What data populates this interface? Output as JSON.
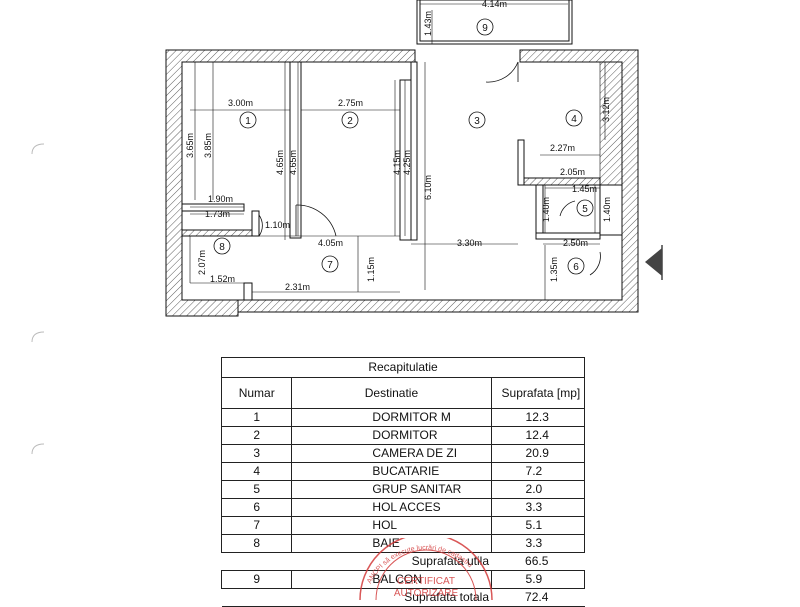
{
  "plan": {
    "rooms": [
      {
        "id": "r1",
        "number": "1"
      },
      {
        "id": "r2",
        "number": "2"
      },
      {
        "id": "r3",
        "number": "3"
      },
      {
        "id": "r4",
        "number": "4"
      },
      {
        "id": "r5",
        "number": "5"
      },
      {
        "id": "r6",
        "number": "6"
      },
      {
        "id": "r7",
        "number": "7"
      },
      {
        "id": "r8",
        "number": "8"
      },
      {
        "id": "r9",
        "number": "9"
      }
    ],
    "dimensions": {
      "d_414": "4.14m",
      "d_143": "1.43m",
      "d_300": "3.00m",
      "d_275": "2.75m",
      "d_365": "3.65m",
      "d_385": "3.85m",
      "d_465a": "4.65m",
      "d_465b": "4.65m",
      "d_415": "4.15m",
      "d_425": "4.25m",
      "d_610": "6.10m",
      "d_312": "3.12m",
      "d_227": "2.27m",
      "d_205": "2.05m",
      "d_145": "1.45m",
      "d_140a": "1.40m",
      "d_140b": "1.40m",
      "d_190": "1.90m",
      "d_173": "1.73m",
      "d_110": "1.10m",
      "d_207": "2.07m",
      "d_405": "4.05m",
      "d_330": "3.30m",
      "d_250": "2.50m",
      "d_115": "1.15m",
      "d_135": "1.35m",
      "d_152": "1.52m",
      "d_231": "2.31m"
    }
  },
  "table": {
    "caption": "Recapitulatie",
    "headers": {
      "numar": "Numar",
      "destinatie": "Destinatie",
      "suprafata": "Suprafata [mp]"
    },
    "rows": [
      {
        "nr": "1",
        "dest": "DORMITOR M",
        "area": "12.3"
      },
      {
        "nr": "2",
        "dest": "DORMITOR",
        "area": "12.4"
      },
      {
        "nr": "3",
        "dest": "CAMERA DE ZI",
        "area": "20.9"
      },
      {
        "nr": "4",
        "dest": "BUCATARIE",
        "area": "7.2"
      },
      {
        "nr": "5",
        "dest": "GRUP SANITAR",
        "area": "2.0"
      },
      {
        "nr": "6",
        "dest": "HOL ACCES",
        "area": "3.3"
      },
      {
        "nr": "7",
        "dest": "HOL",
        "area": "5.1"
      },
      {
        "nr": "8",
        "dest": "BAIE",
        "area": "3.3"
      }
    ],
    "useful_label": "Suprafata utila",
    "useful_value": "66.5",
    "balcony": {
      "nr": "9",
      "dest": "BALCON",
      "area": "5.9"
    },
    "total_label": "Suprafata totala",
    "total_value": "72.4"
  },
  "stamp": {
    "arc_text": "ANCPI să execute lucrări de cadastru",
    "line1": "CERTIFICAT",
    "line2": "AUTORIZARE",
    "color": "#d23a3a"
  },
  "colors": {
    "ink": "#111111",
    "stamp": "#d23a3a"
  }
}
